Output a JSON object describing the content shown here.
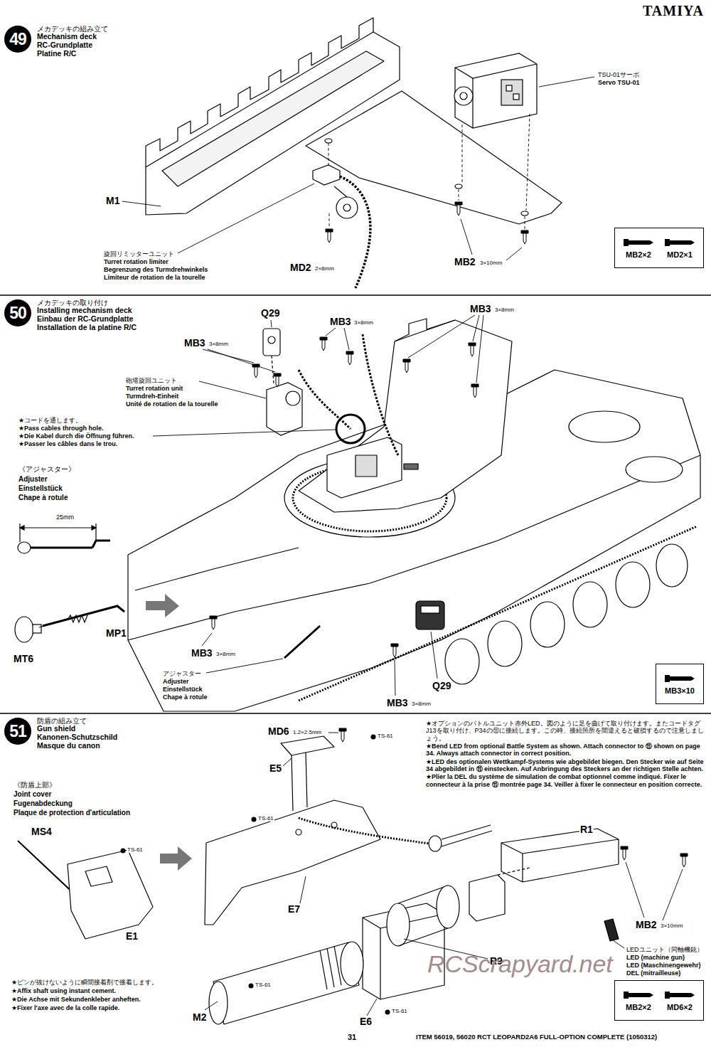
{
  "diagram": {
    "title": "TAMIYA",
    "caption": "ITEM 56019, 56020 RCT LEOPARD2A6 FULL-OPTION COMPLETE (1050312)",
    "nodes": [
      {
        "text": [
          "メカデッキの組み立て",
          "Mechanism deck",
          "RC-Grundplatte",
          "Platine R/C"
        ]
      },
      {
        "text": [
          "49"
        ],
        "in": 0
      },
      {
        "text": [
          "MB2×2",
          "MD2×1"
        ],
        "in": 0
      },
      {
        "text": [
          "メカデッキの取り付け",
          "Installing mechanism deck",
          "Einbau der RC-Grundplatte",
          "Installation de la platine R/C"
        ]
      },
      {
        "text": [
          "50"
        ],
        "in": 3
      },
      {
        "text": [
          "MB3×10"
        ],
        "in": 3
      },
      {
        "text": [
          "防盾の組み立て",
          "Gun shield",
          "Kanonen-Schutzschild",
          "Masque du canon"
        ]
      },
      {
        "text": [
          "51"
        ],
        "in": 6
      },
      {
        "text": [
          "MB2×2",
          "MD6×2"
        ],
        "in": 6
      }
    ],
    "labels": [
      "M1",
      "旋回リミッターユニット",
      "Turret rotation limiter",
      "Begrenzung des Turmdrehwinkels",
      "Limiteur de rotation de la tourelle",
      "MD2",
      "2×8mm",
      "TSU-01サーボ",
      "Servo TSU-01",
      "MB2",
      "3×10mm",
      "Q29",
      "MB3",
      "3×8mm",
      "MB3",
      "3×8mm",
      "MB3",
      "3×8mm",
      "砲塔旋回ユニット",
      "Turret rotation unit",
      "Turmdreh-Einheit",
      "Unité de rotation de la tourelle",
      "★コードを通します。",
      "★Pass cables through hole.",
      "★Die Kabel durch die Öffnung führen.",
      "★Passer les câbles dans le trou.",
      "《アジャスター》",
      "Adjuster",
      "Einstellstück",
      "Chape à rotule",
      "25mm",
      "MP1",
      "MT6",
      "MB3",
      "3×8mm",
      "アジャスター",
      "Adjuster",
      "Einstellstück",
      "Chape à rotule",
      "Q29",
      "MB3",
      "3×8mm",
      "《防盾上部》",
      "Joint cover",
      "Fugenabdeckung",
      "Plaque de protection d'articulation",
      "MS4",
      "TS-61",
      "E1",
      "★ピンが抜けないように瞬間接着剤で接着します。",
      "★Affix shaft using instant cement.",
      "★Die Achse mit Sekundenkleber anheften.",
      "★Fixer l'axe avec de la colle rapide.",
      "MD6",
      "1.2×2.5mm",
      "TS-61",
      "E5",
      "TS-61",
      "E7",
      "TS-61",
      "M2",
      "TS-61",
      "E6",
      "R9",
      "R1",
      "MB2",
      "3×10mm",
      "LEDユニット（同軸機銃）",
      "LED (machine gun)",
      "LED (Maschinengewehr)",
      "DEL (mitrailleuse)",
      "★オプションのバトルユニット赤外LED。図のように足を曲げて取り付けます。またコードタグJ13を取り付け、P34の⑪に接続します。この時、接続箇所を間違えると破損するので注意しましょう。",
      "★Bend LED from optional Battle System as shown. Attach connector to ⑪ shown on page 34. Always attach connector in correct position.",
      "★LED des optionalen Wettkampf-Systems wie abgebildet biegen. Den Stecker wie auf Seite 34 abgebildet in ⑪ einstecken. Auf Anbringung des Steckers an der richtigen Stelle achten.",
      "★Plier la DEL du système de simulation de combat optionnel comme indiqué. Fixer le connecteur à la prise ⑪ montrée page 34. Veiller à fixer le connecteur en position correcte.",
      "31",
      "RCScrapyard.net"
    ]
  }
}
